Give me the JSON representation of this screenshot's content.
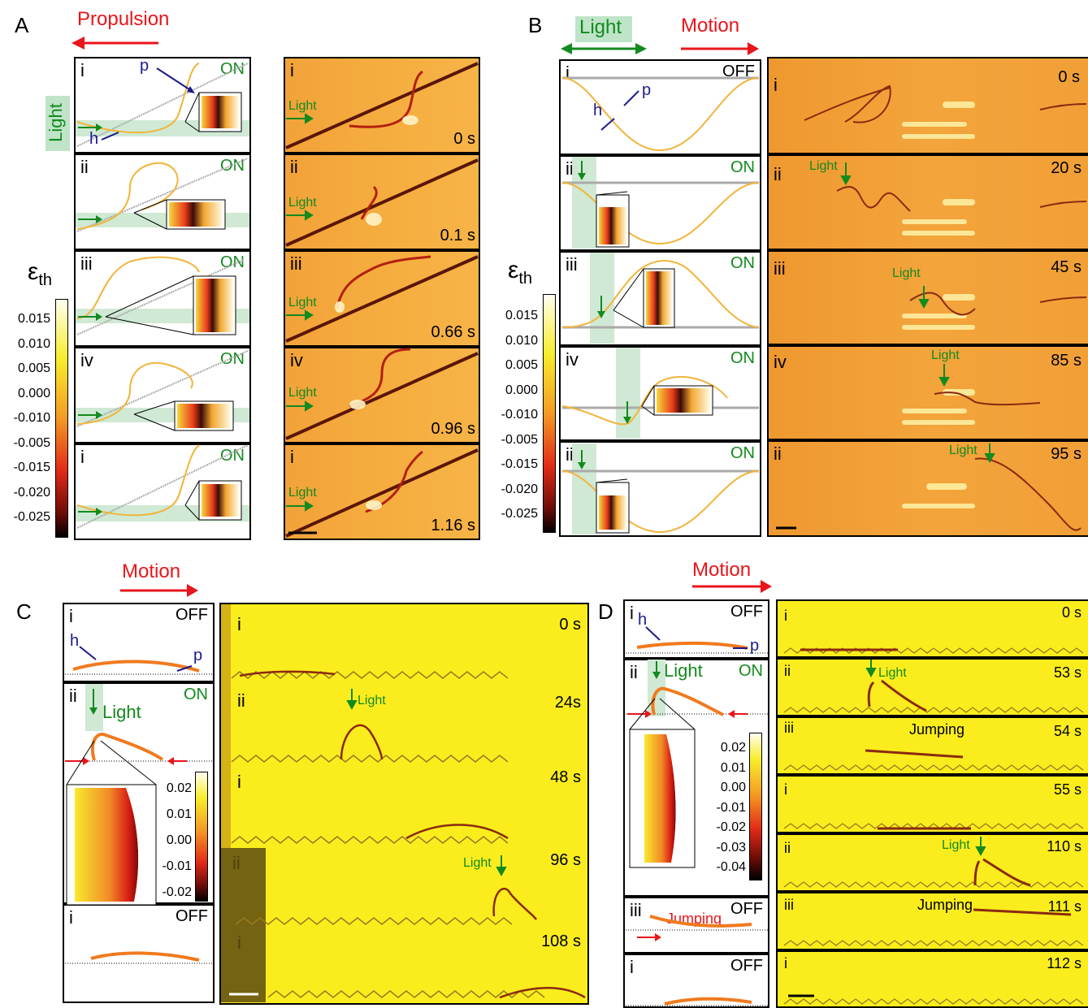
{
  "panels": {
    "A": {
      "letter": "A",
      "arrow_label": "Propulsion",
      "light_label": "Light",
      "sim_rows": [
        {
          "roman": "i",
          "state": "ON"
        },
        {
          "roman": "ii",
          "state": "ON"
        },
        {
          "roman": "iii",
          "state": "ON"
        },
        {
          "roman": "iv",
          "state": "ON"
        },
        {
          "roman": "i",
          "state": "ON"
        }
      ],
      "p_label": "p",
      "h_label": "h",
      "colorbar_symbol": "ε",
      "colorbar_sub": "th",
      "colorbar_ticks": [
        "0.015",
        "0.010",
        "0.005",
        "0.000",
        "-0.010",
        "-0.005",
        "-0.015",
        "-0.020",
        "-0.025"
      ],
      "photo_rows": [
        {
          "roman": "i",
          "light": "Light",
          "time": "0 s"
        },
        {
          "roman": "ii",
          "light": "Light",
          "time": "0.1 s"
        },
        {
          "roman": "iii",
          "light": "Light",
          "time": "0.66 s"
        },
        {
          "roman": "iv",
          "light": "Light",
          "time": "0.96 s"
        },
        {
          "roman": "i",
          "light": "Light",
          "time": "1.16 s"
        }
      ]
    },
    "B": {
      "letter": "B",
      "light_label": "Light",
      "motion_label": "Motion",
      "sim_rows": [
        {
          "roman": "i",
          "state": "OFF"
        },
        {
          "roman": "ii",
          "state": "ON"
        },
        {
          "roman": "iii",
          "state": "ON"
        },
        {
          "roman": "iv",
          "state": "ON"
        },
        {
          "roman": "ii",
          "state": "ON"
        }
      ],
      "p_label": "p",
      "h_label": "h",
      "colorbar_symbol": "ε",
      "colorbar_sub": "th",
      "colorbar_ticks": [
        "0.015",
        "0.010",
        "0.005",
        "0.000",
        "-0.010",
        "-0.005",
        "-0.015",
        "-0.020",
        "-0.025"
      ],
      "photo_rows": [
        {
          "roman": "i",
          "light": "",
          "time": "0 s"
        },
        {
          "roman": "ii",
          "light": "Light",
          "time": "20 s"
        },
        {
          "roman": "iii",
          "light": "Light",
          "time": "45 s"
        },
        {
          "roman": "iv",
          "light": "Light",
          "time": "85 s"
        },
        {
          "roman": "ii",
          "light": "Light",
          "time": "95 s"
        }
      ]
    },
    "C": {
      "letter": "C",
      "motion_label": "Motion",
      "sim_rows": [
        {
          "roman": "i",
          "state": "OFF"
        },
        {
          "roman": "ii",
          "state": "ON"
        },
        {
          "roman": "i",
          "state": "OFF"
        }
      ],
      "h_label": "h",
      "p_label": "p",
      "light_label": "Light",
      "colorbar_ticks": [
        "0.02",
        "0.01",
        "0.00",
        "-0.01",
        "-0.02"
      ],
      "photo_rows": [
        {
          "roman": "i",
          "light": "",
          "time": "0 s"
        },
        {
          "roman": "ii",
          "light": "Light",
          "time": "24s"
        },
        {
          "roman": "i",
          "light": "",
          "time": "48 s"
        },
        {
          "roman": "ii",
          "light": "Light",
          "time": "96 s"
        },
        {
          "roman": "i",
          "light": "",
          "time": "108 s"
        }
      ]
    },
    "D": {
      "letter": "D",
      "motion_label": "Motion",
      "sim_rows": [
        {
          "roman": "i",
          "state": "OFF"
        },
        {
          "roman": "ii",
          "state": "ON"
        },
        {
          "roman": "iii",
          "state": "OFF"
        },
        {
          "roman": "i",
          "state": "OFF"
        }
      ],
      "h_label": "h",
      "p_label": "p",
      "light_label": "Light",
      "jumping_label": "Jumping",
      "colorbar_ticks": [
        "0.02",
        "0.01",
        "0.00",
        "-0.01",
        "-0.02",
        "-0.03",
        "-0.04"
      ],
      "photo_rows": [
        {
          "roman": "i",
          "light": "",
          "time": "0 s"
        },
        {
          "roman": "ii",
          "light": "Light",
          "time": "53 s"
        },
        {
          "roman": "iii",
          "light": "Jumping",
          "time": "54 s"
        },
        {
          "roman": "i",
          "light": "",
          "time": "55 s"
        },
        {
          "roman": "ii",
          "light": "Light",
          "time": "110 s"
        },
        {
          "roman": "iii",
          "light": "Jumping",
          "time": "111 s"
        },
        {
          "roman": "i",
          "light": "",
          "time": "112 s"
        }
      ]
    }
  },
  "colors": {
    "arrow_red": "#e8151b",
    "light_green": "#138a1e",
    "label_blue": "#1a1a8c",
    "strip_orange": "#f07a1e",
    "curve_yellow": "#f2b43a"
  }
}
